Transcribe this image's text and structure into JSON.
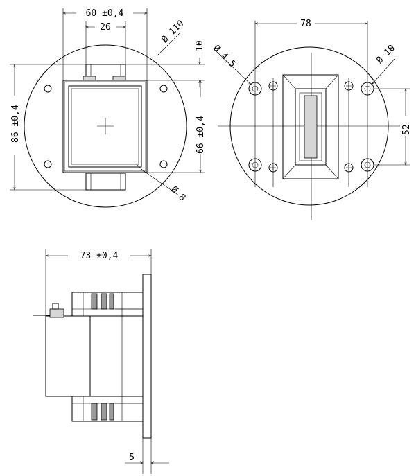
{
  "views": {
    "front": {
      "dim_width_outer": "60 ±0,4",
      "dim_width_inner": "26",
      "dim_diameter": "Ø 110",
      "dim_top_offset": "10",
      "dim_height_outer": "86 ±0,4",
      "dim_height_inner": "66 ±0,4",
      "dim_slot": "Ø 8"
    },
    "rear": {
      "dim_hole_spacing": "78",
      "dim_small_hole": "Ø 4,5",
      "dim_large_hole": "Ø 10",
      "dim_vertical_spacing": "52"
    },
    "side": {
      "dim_depth": "73 ±0,4",
      "dim_flange": "5"
    }
  }
}
